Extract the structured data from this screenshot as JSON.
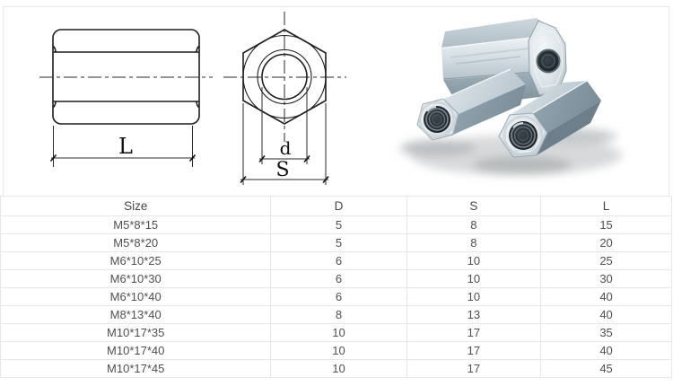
{
  "drawings": {
    "side_view": {
      "length_label": "L"
    },
    "front_view": {
      "diameter_label": "d",
      "width_label": "S"
    }
  },
  "photo": {
    "subject": "hex-coupling-nuts"
  },
  "table": {
    "columns": [
      "Size",
      "D",
      "S",
      "L"
    ],
    "rows": [
      [
        "M5*8*15",
        "5",
        "8",
        "15"
      ],
      [
        "M5*8*20",
        "5",
        "8",
        "20"
      ],
      [
        "M6*10*25",
        "6",
        "10",
        "25"
      ],
      [
        "M6*10*30",
        "6",
        "10",
        "30"
      ],
      [
        "M6*10*40",
        "6",
        "10",
        "40"
      ],
      [
        "M8*13*40",
        "8",
        "13",
        "40"
      ],
      [
        "M10*17*35",
        "10",
        "17",
        "35"
      ],
      [
        "M10*17*40",
        "10",
        "17",
        "40"
      ],
      [
        "M10*17*45",
        "10",
        "17",
        "45"
      ]
    ],
    "text_color": "#4f4f4f",
    "border_color": "#e7e7e7"
  },
  "colors": {
    "drawing_stroke": "#1d1d1d",
    "metal_light": "#eef2f5",
    "metal_mid": "#b7c4cc",
    "metal_dark": "#7e909b"
  }
}
